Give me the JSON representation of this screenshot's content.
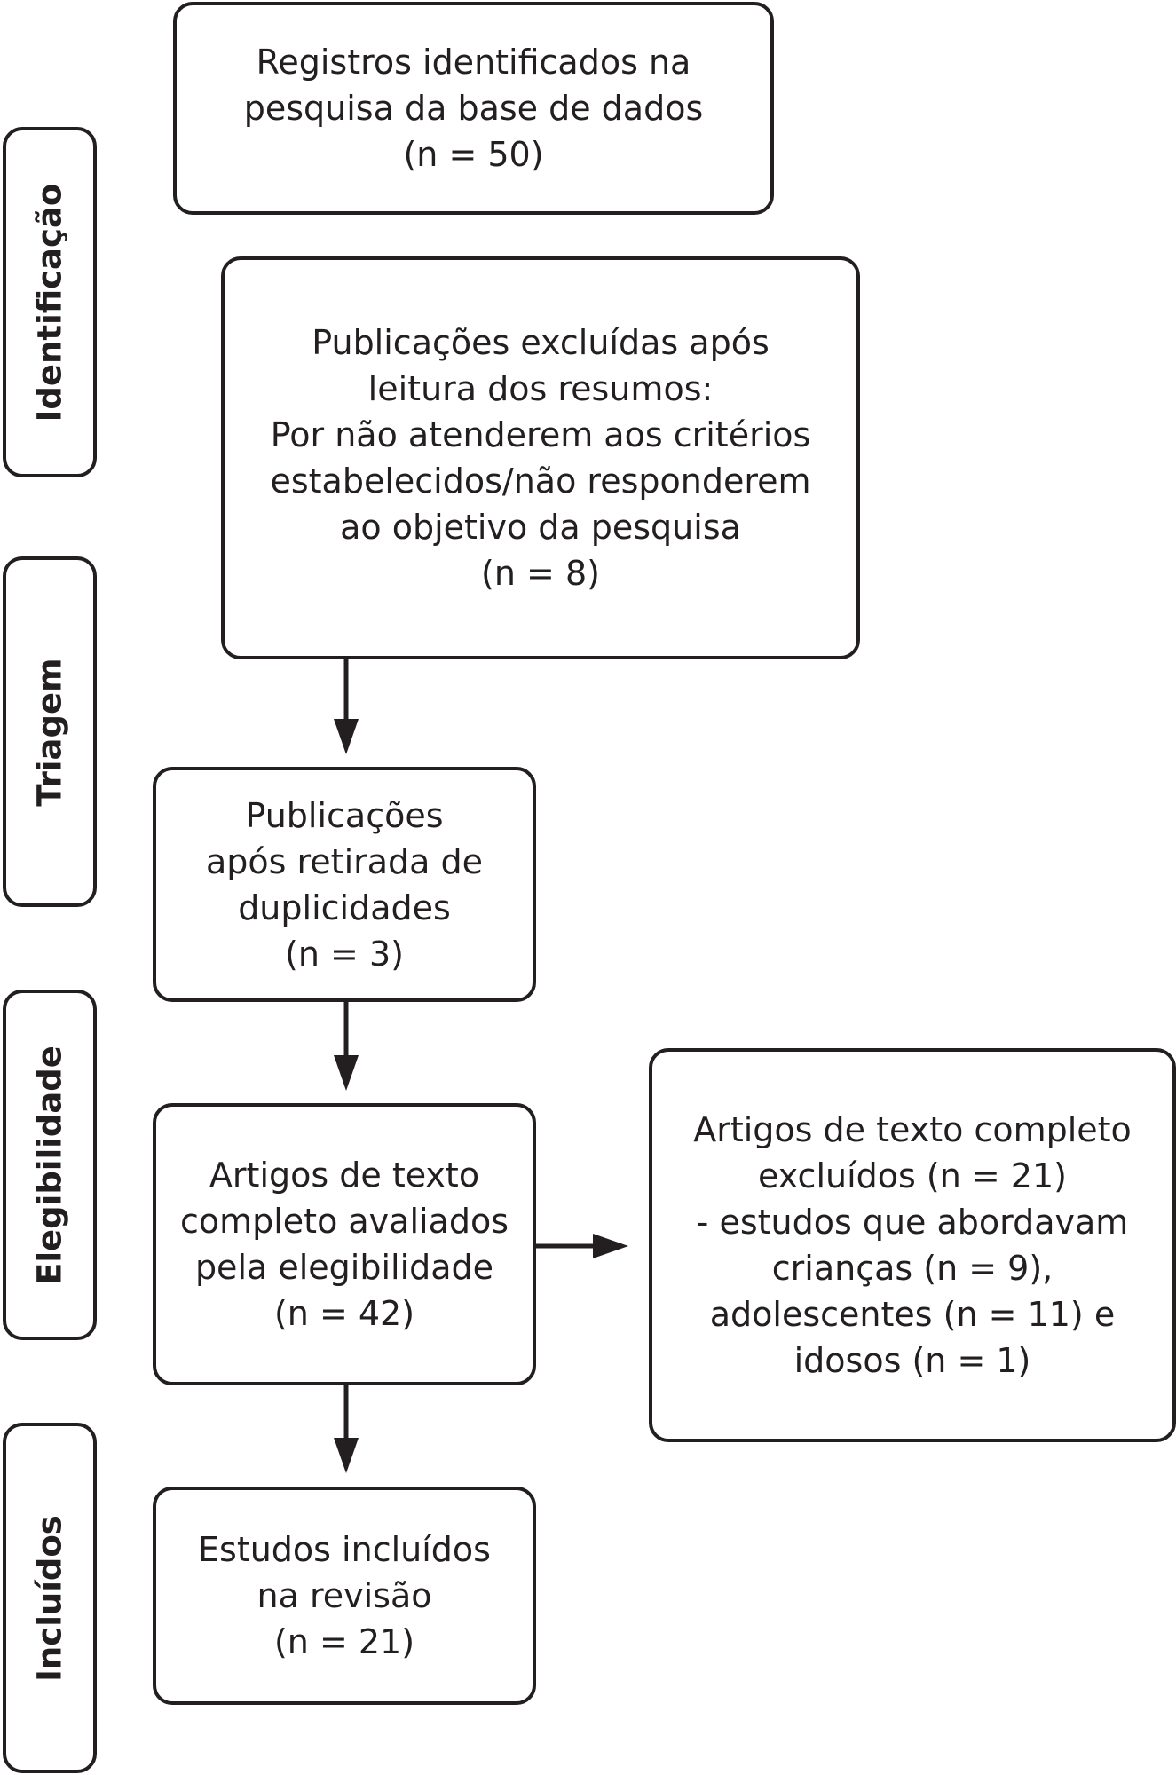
{
  "phases": [
    {
      "label": "Identificação"
    },
    {
      "label": "Triagem"
    },
    {
      "label": "Elegibilidade"
    },
    {
      "label": "Incluídos"
    }
  ],
  "boxes": {
    "records": {
      "lines": [
        "Registros identificados na",
        "pesquisa da base de dados",
        "(n = 50)"
      ]
    },
    "excluded_abstracts": {
      "lines": [
        "Publicações excluídas após",
        "leitura dos resumos:",
        "Por não atenderem aos critérios",
        "estabelecidos/não responderem",
        "ao objetivo da pesquisa",
        "(n = 8)"
      ]
    },
    "deduplicated": {
      "lines": [
        "Publicações",
        "após retirada de",
        "duplicidades",
        "(n = 3)"
      ]
    },
    "fulltext_assessed": {
      "lines": [
        "Artigos de texto",
        "completo avaliados",
        "pela elegibilidade",
        "(n =  42)"
      ]
    },
    "fulltext_excluded": {
      "lines": [
        "Artigos de texto completo",
        "excluídos (n = 21)",
        "- estudos que abordavam",
        "crianças (n = 9),",
        "adolescentes (n = 11) e",
        "idosos (n = 1)"
      ]
    },
    "included": {
      "lines": [
        "Estudos incluídos",
        "na revisão",
        "(n = 21)"
      ]
    }
  }
}
